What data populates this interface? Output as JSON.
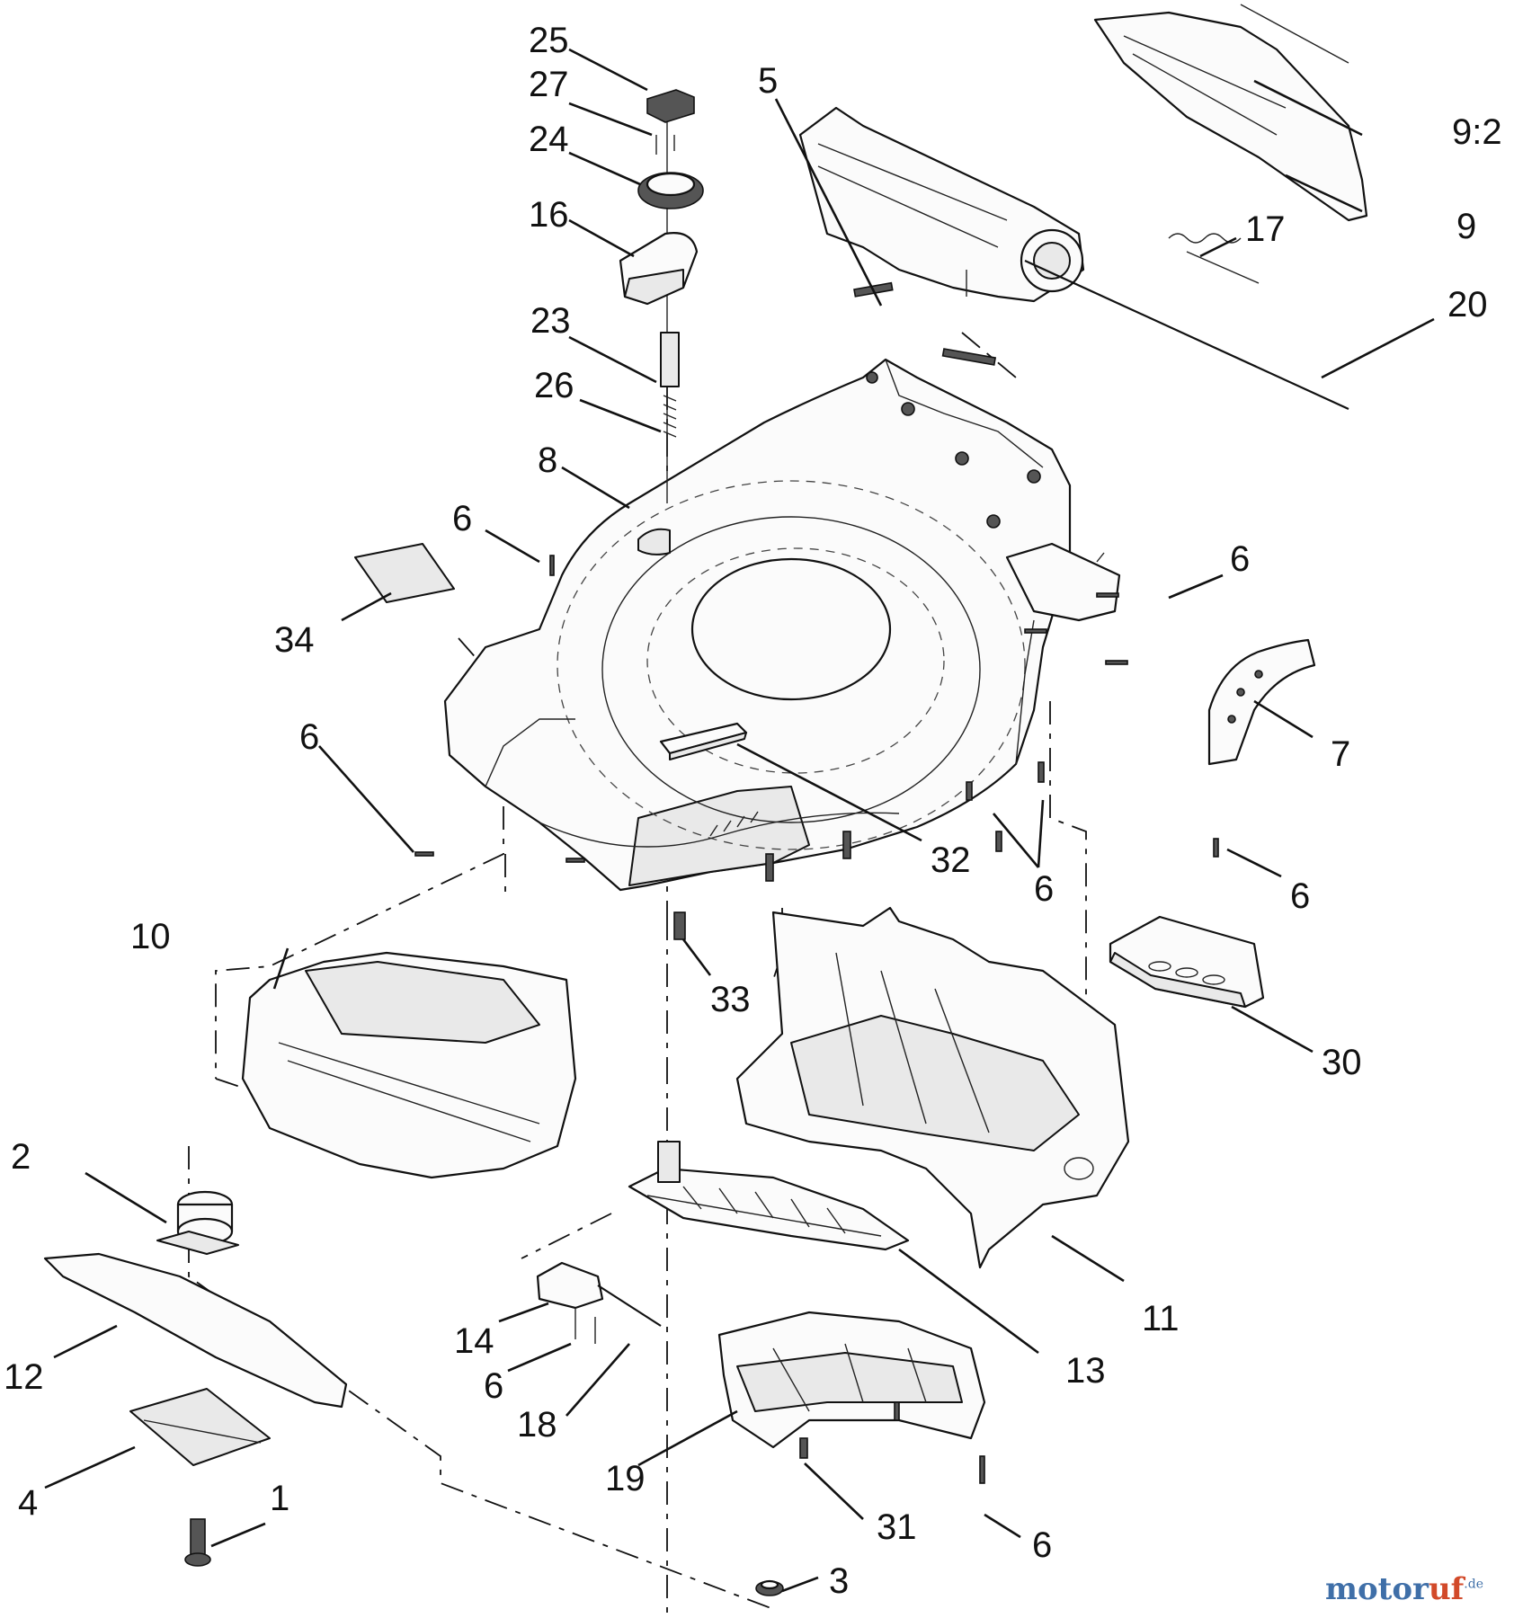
{
  "diagram": {
    "callouts": [
      {
        "id": "c25",
        "label": "25"
      },
      {
        "id": "c27",
        "label": "27"
      },
      {
        "id": "c24",
        "label": "24"
      },
      {
        "id": "c16",
        "label": "16"
      },
      {
        "id": "c23",
        "label": "23"
      },
      {
        "id": "c26",
        "label": "26"
      },
      {
        "id": "c8",
        "label": "8"
      },
      {
        "id": "c5",
        "label": "5"
      },
      {
        "id": "c9-2",
        "label": "9:2"
      },
      {
        "id": "c9",
        "label": "9"
      },
      {
        "id": "c17",
        "label": "17"
      },
      {
        "id": "c20",
        "label": "20"
      },
      {
        "id": "c6a",
        "label": "6"
      },
      {
        "id": "c34",
        "label": "34"
      },
      {
        "id": "c6b",
        "label": "6"
      },
      {
        "id": "c6c",
        "label": "6"
      },
      {
        "id": "c7",
        "label": "7"
      },
      {
        "id": "c32",
        "label": "32"
      },
      {
        "id": "c6d",
        "label": "6"
      },
      {
        "id": "c6e",
        "label": "6"
      },
      {
        "id": "c10",
        "label": "10"
      },
      {
        "id": "c33",
        "label": "33"
      },
      {
        "id": "c30",
        "label": "30"
      },
      {
        "id": "c2",
        "label": "2"
      },
      {
        "id": "c11",
        "label": "11"
      },
      {
        "id": "c14",
        "label": "14"
      },
      {
        "id": "c13",
        "label": "13"
      },
      {
        "id": "c12",
        "label": "12"
      },
      {
        "id": "c6f",
        "label": "6"
      },
      {
        "id": "c18",
        "label": "18"
      },
      {
        "id": "c19",
        "label": "19"
      },
      {
        "id": "c4",
        "label": "4"
      },
      {
        "id": "c1",
        "label": "1"
      },
      {
        "id": "c31",
        "label": "31"
      },
      {
        "id": "c6g",
        "label": "6"
      },
      {
        "id": "c3",
        "label": "3"
      }
    ]
  },
  "watermark": {
    "brand_main": "motor",
    "brand_accent": "uf",
    "suffix": ".de"
  },
  "colors": {
    "line": "#111111",
    "watermark_blue": "#3f6fa8",
    "watermark_red": "#d24a2a"
  }
}
